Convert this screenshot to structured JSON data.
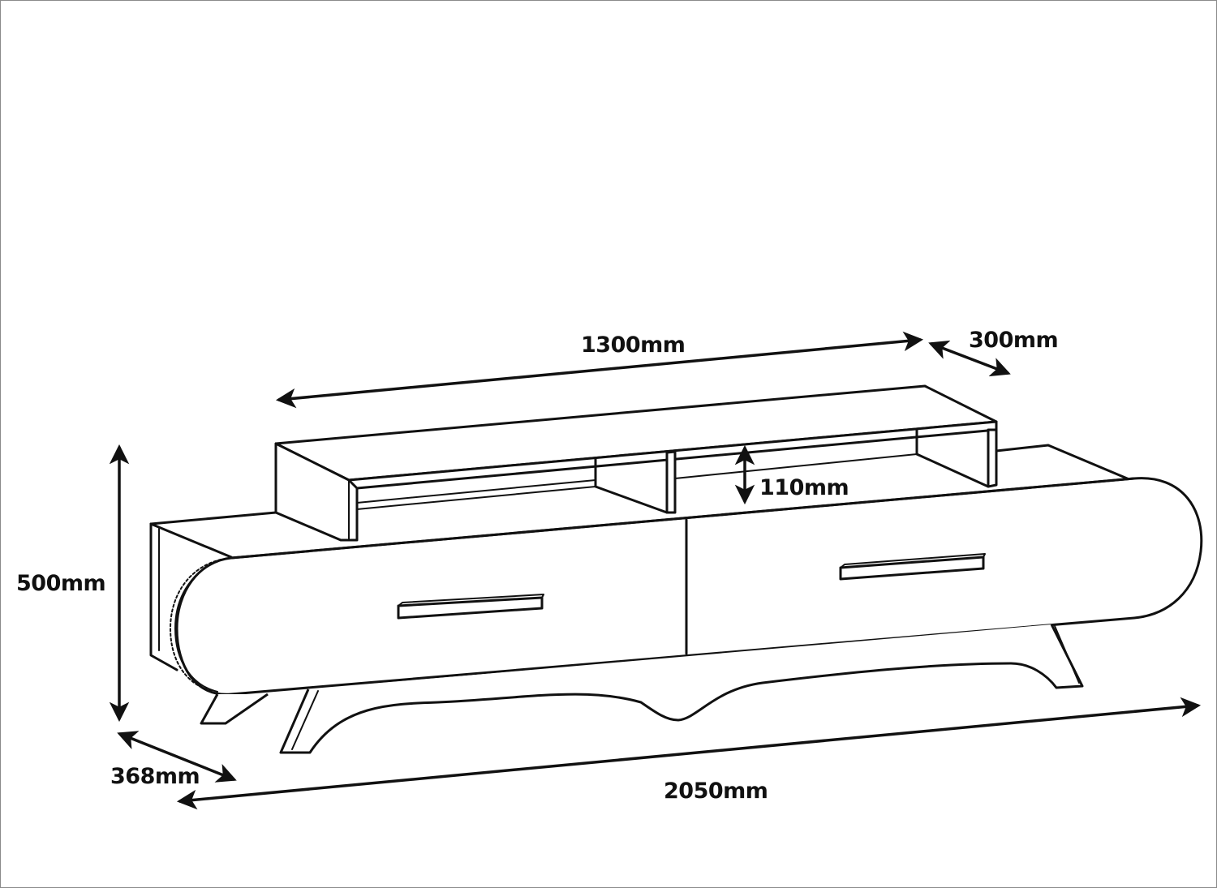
{
  "dimensions": {
    "top_shelf_width": "1300mm",
    "top_shelf_depth": "300mm",
    "shelf_gap_height": "110mm",
    "total_height": "500mm",
    "total_depth": "368mm",
    "total_width": "2050mm"
  },
  "colors": {
    "line": "#111111",
    "background": "#ffffff"
  }
}
